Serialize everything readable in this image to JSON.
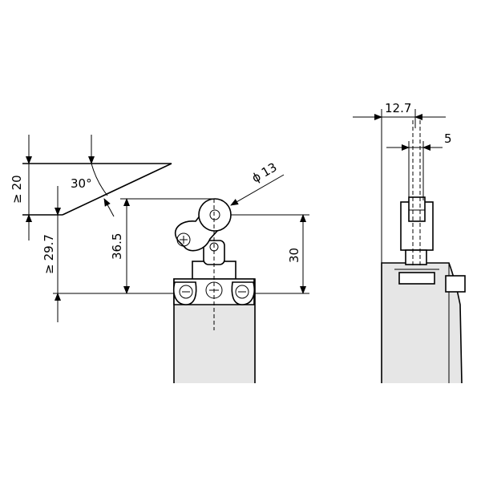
{
  "dimensions": {
    "d_20": "20",
    "d_20_prefix": "≥",
    "d_angle": "30°",
    "d_29_7": "29.7",
    "d_29_7_prefix": "≥",
    "d_36_5": "36.5",
    "d_diameter": "13",
    "d_diameter_prefix": "ϕ",
    "d_30": "30",
    "d_12_7": "12.7",
    "d_5": "5"
  },
  "colors": {
    "body_fill": "#e6e6e6",
    "line": "#000000",
    "background": "#ffffff"
  }
}
